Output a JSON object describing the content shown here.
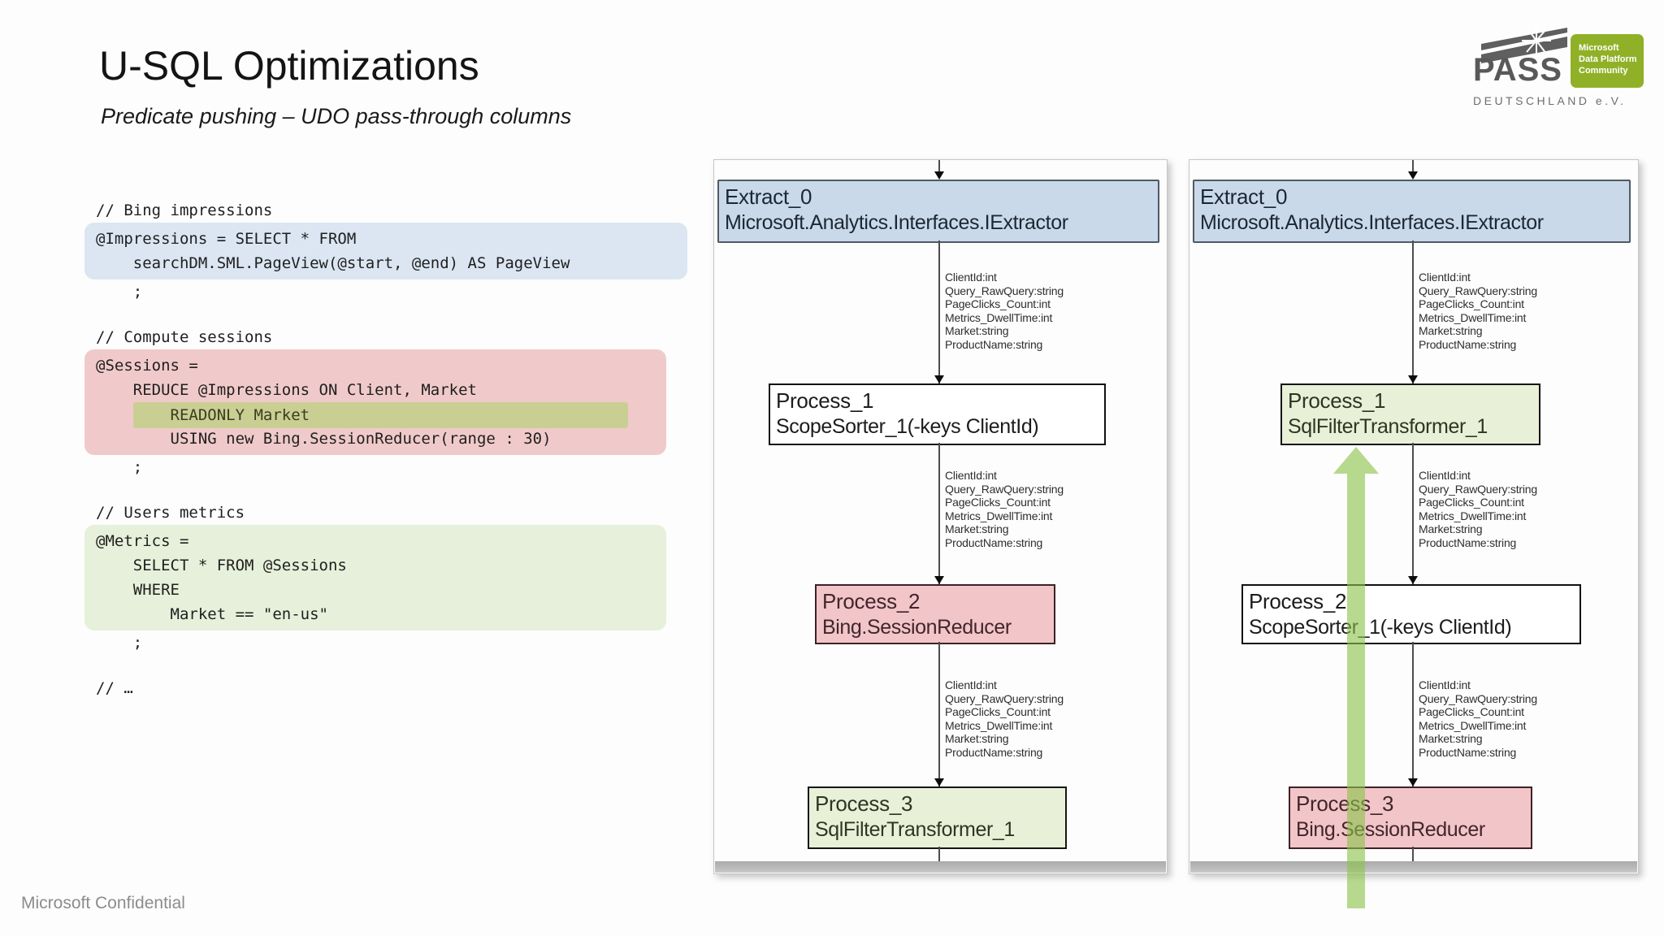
{
  "slide": {
    "title": "U-SQL Optimizations",
    "subtitle": "Predicate pushing – UDO pass-through columns",
    "footer": "Microsoft Confidential"
  },
  "logo": {
    "pass": "PASS",
    "org": "DEUTSCHLAND e.V.",
    "badge_lines": [
      "Microsoft",
      "Data Platform",
      "Community"
    ]
  },
  "code": {
    "comment_bing": "// Bing impressions",
    "impressions_l1": "@Impressions = SELECT * FROM",
    "impressions_l2": "    searchDM.SML.PageView(@start, @end) AS PageView",
    "impressions_end": "    ;",
    "comment_sessions": "// Compute sessions",
    "sessions_l1": "@Sessions =",
    "sessions_l2": "    REDUCE @Impressions ON Client, Market",
    "sessions_l3_prefix": "    ",
    "sessions_l3_mark": "    READONLY Market",
    "sessions_l4": "        USING new Bing.SessionReducer(range : 30)",
    "sessions_end": "    ;",
    "comment_metrics": "// Users metrics",
    "metrics_l1": "@Metrics =",
    "metrics_l2": "    SELECT * FROM @Sessions",
    "metrics_l3": "    WHERE",
    "metrics_l4": "        Market == \"en-us\"",
    "metrics_end": "    ;",
    "comment_more": "// …"
  },
  "diagram_columns": [
    "ClientId:int",
    "Query_RawQuery:string",
    "PageClicks_Count:int",
    "Metrics_DwellTime:int",
    "Market:string",
    "ProductName:string"
  ],
  "diagrams": {
    "left": {
      "nodes": [
        {
          "name": "Extract_0",
          "detail": "Microsoft.Analytics.Interfaces.IExtractor"
        },
        {
          "name": "Process_1",
          "detail": "ScopeSorter_1(-keys ClientId)"
        },
        {
          "name": "Process_2",
          "detail": "Bing.SessionReducer"
        },
        {
          "name": "Process_3",
          "detail": "SqlFilterTransformer_1"
        }
      ]
    },
    "right": {
      "nodes": [
        {
          "name": "Extract_0",
          "detail": "Microsoft.Analytics.Interfaces.IExtractor"
        },
        {
          "name": "Process_1",
          "detail": "SqlFilterTransformer_1"
        },
        {
          "name": "Process_2",
          "detail": "ScopeSorter_1(-keys ClientId)"
        },
        {
          "name": "Process_3",
          "detail": "Bing.SessionReducer"
        }
      ]
    }
  },
  "colors": {
    "highlight_blue": "#dbe6f2",
    "highlight_pink": "#f0caca",
    "highlight_olive": "#c9cf92",
    "highlight_green": "#e7f0da",
    "node_blue": "#c9d9ea",
    "node_pink": "#f2c5c9",
    "node_green": "#e9f0d8",
    "arrow_green": "#8bc34a"
  }
}
